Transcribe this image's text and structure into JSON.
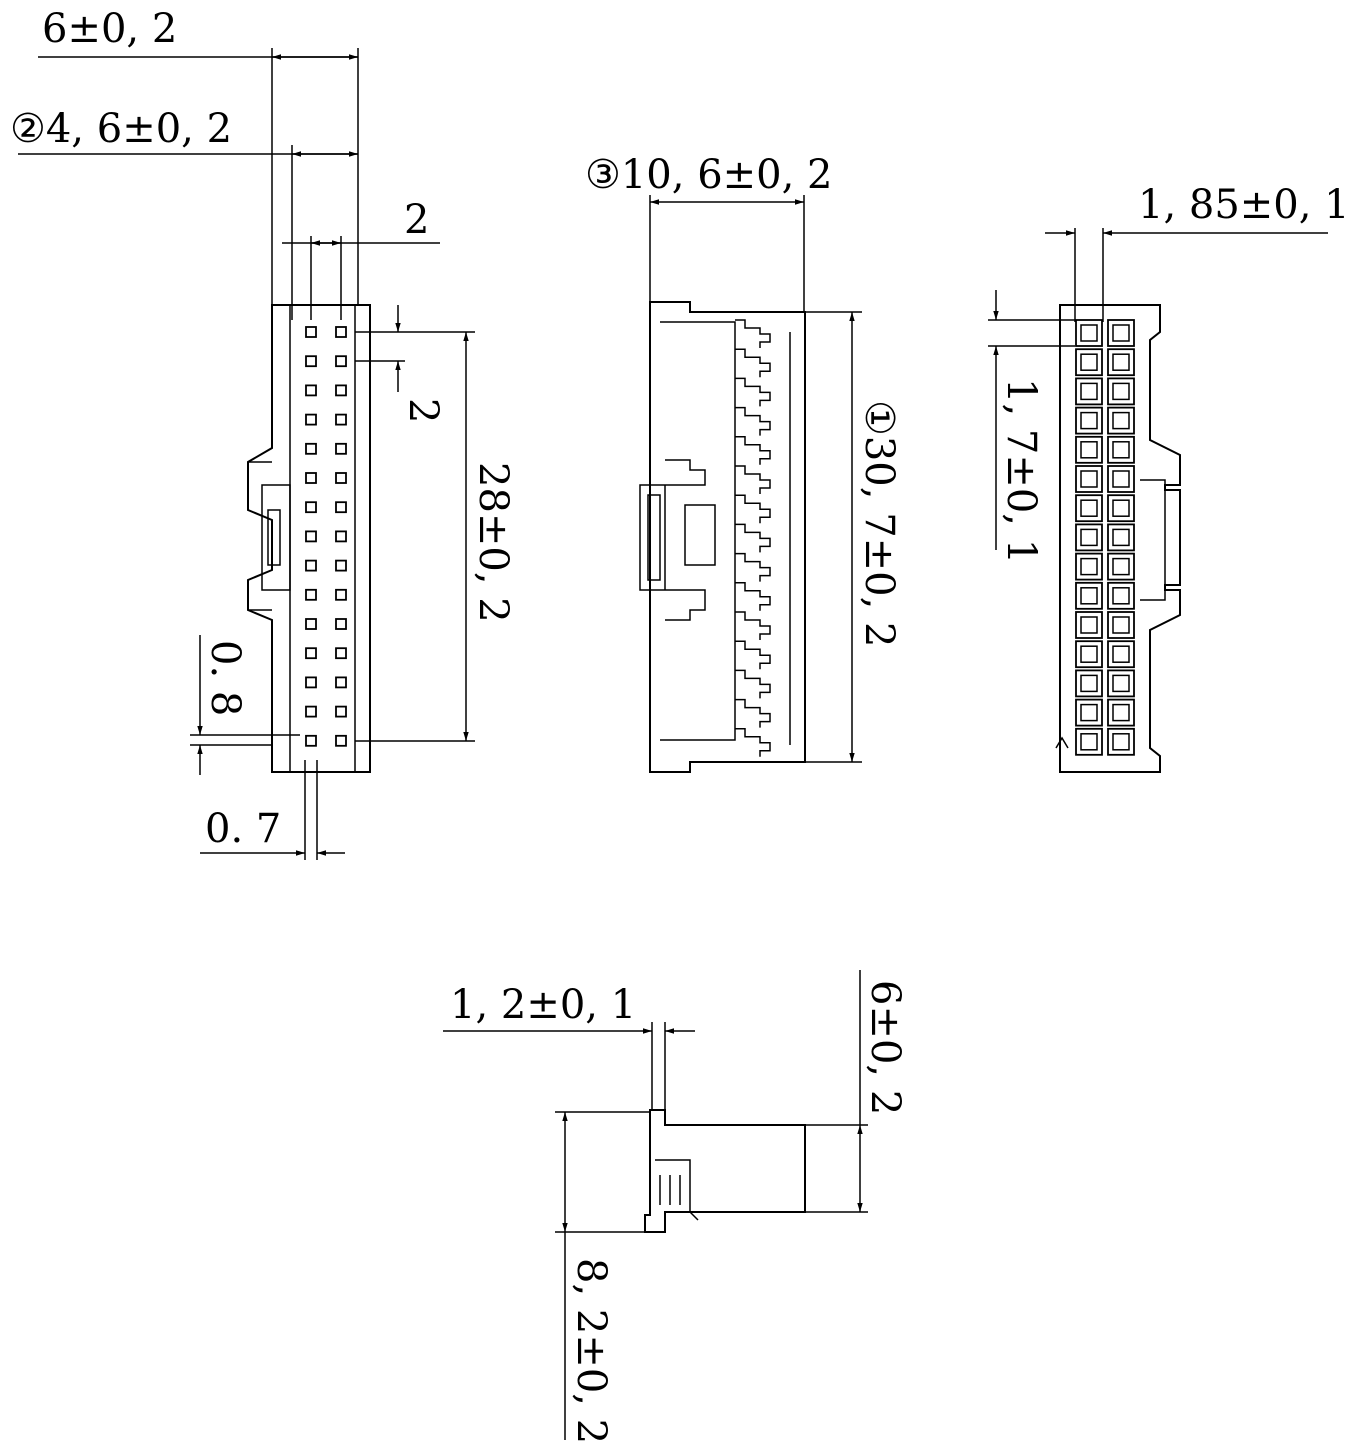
{
  "dimensions": {
    "front_width": "6±0, 2",
    "front_inner": "②4, 6±0, 2",
    "front_pitch_h": "2",
    "front_pitch_v": "2",
    "front_length": "28±0, 2",
    "front_gap_08": "0. 8",
    "front_gap_07": "0. 7",
    "side_width": "③10, 6±0, 2",
    "side_length": "①30, 7±0, 2",
    "back_pitch_h": "1, 85±0, 1",
    "back_pitch_v": "1, 7±0, 1",
    "top_flange": "1, 2±0, 1",
    "top_height": "6±0, 2",
    "top_total": "8, 2±0, 2"
  }
}
